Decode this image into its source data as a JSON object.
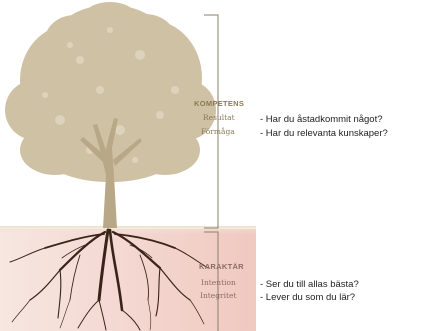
{
  "colors": {
    "tree": "#cfc2a4",
    "tree_trunk": "#b8a887",
    "roots": "#3a2418",
    "soil_light": "#f7e6e1",
    "soil_dark": "#f0c9c0",
    "bracket": "#8c8069",
    "label_top": "#8a7a57",
    "label_bottom": "#8a6d64"
  },
  "competence": {
    "title": "KOMPETENS",
    "items": [
      "Resultat",
      "Förmåga"
    ],
    "questions": [
      "- Har du åstadkommit något?",
      "- Har du relevanta kunskaper?"
    ]
  },
  "character": {
    "title": "KARAKTÄR",
    "items": [
      "Intention",
      "Integritet"
    ],
    "questions": [
      "- Ser du till allas bästa?",
      "- Lever du som du lär?"
    ]
  }
}
